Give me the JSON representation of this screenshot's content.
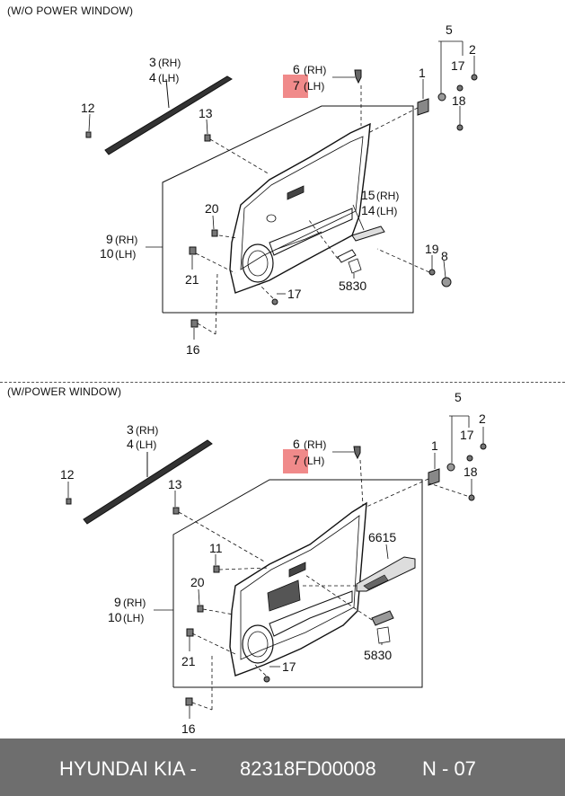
{
  "sections": [
    {
      "title": "(W/O POWER WINDOW)",
      "callouts": {
        "p1": "1",
        "p2": "2",
        "p5": "5",
        "p17a": "17",
        "p18": "18",
        "p6": "6",
        "p6s": "(RH)",
        "p7": "7",
        "p7s": "(LH)",
        "p3": "3",
        "p3s": "(RH)",
        "p4": "4",
        "p4s": "(LH)",
        "p12": "12",
        "p13": "13",
        "p20": "20",
        "p15": "15",
        "p15s": "(RH)",
        "p14": "14",
        "p14s": "(LH)",
        "p9": "9",
        "p9s": "(RH)",
        "p10": "10",
        "p10s": "(LH)",
        "p19": "19",
        "p8": "8",
        "p5830": "5830",
        "p21": "21",
        "p17b": "17",
        "p16": "16"
      }
    },
    {
      "title": "(W/POWER WINDOW)",
      "callouts": {
        "p1": "1",
        "p2": "2",
        "p5": "5",
        "p17a": "17",
        "p18": "18",
        "p6": "6",
        "p6s": "(RH)",
        "p7": "7",
        "p7s": "(LH)",
        "p3": "3",
        "p3s": "(RH)",
        "p4": "4",
        "p4s": "(LH)",
        "p12": "12",
        "p13": "13",
        "p11": "11",
        "p6615": "6615",
        "p20": "20",
        "p9": "9",
        "p9s": "(RH)",
        "p10": "10",
        "p10s": "(LH)",
        "p5830": "5830",
        "p21": "21",
        "p17b": "17",
        "p16": "16"
      }
    }
  ],
  "highlight_color": "#f08a8a",
  "footer": {
    "brand": "HYUNDAI  KIA -",
    "part_number": "82318FD00008",
    "page": "N - 07"
  }
}
